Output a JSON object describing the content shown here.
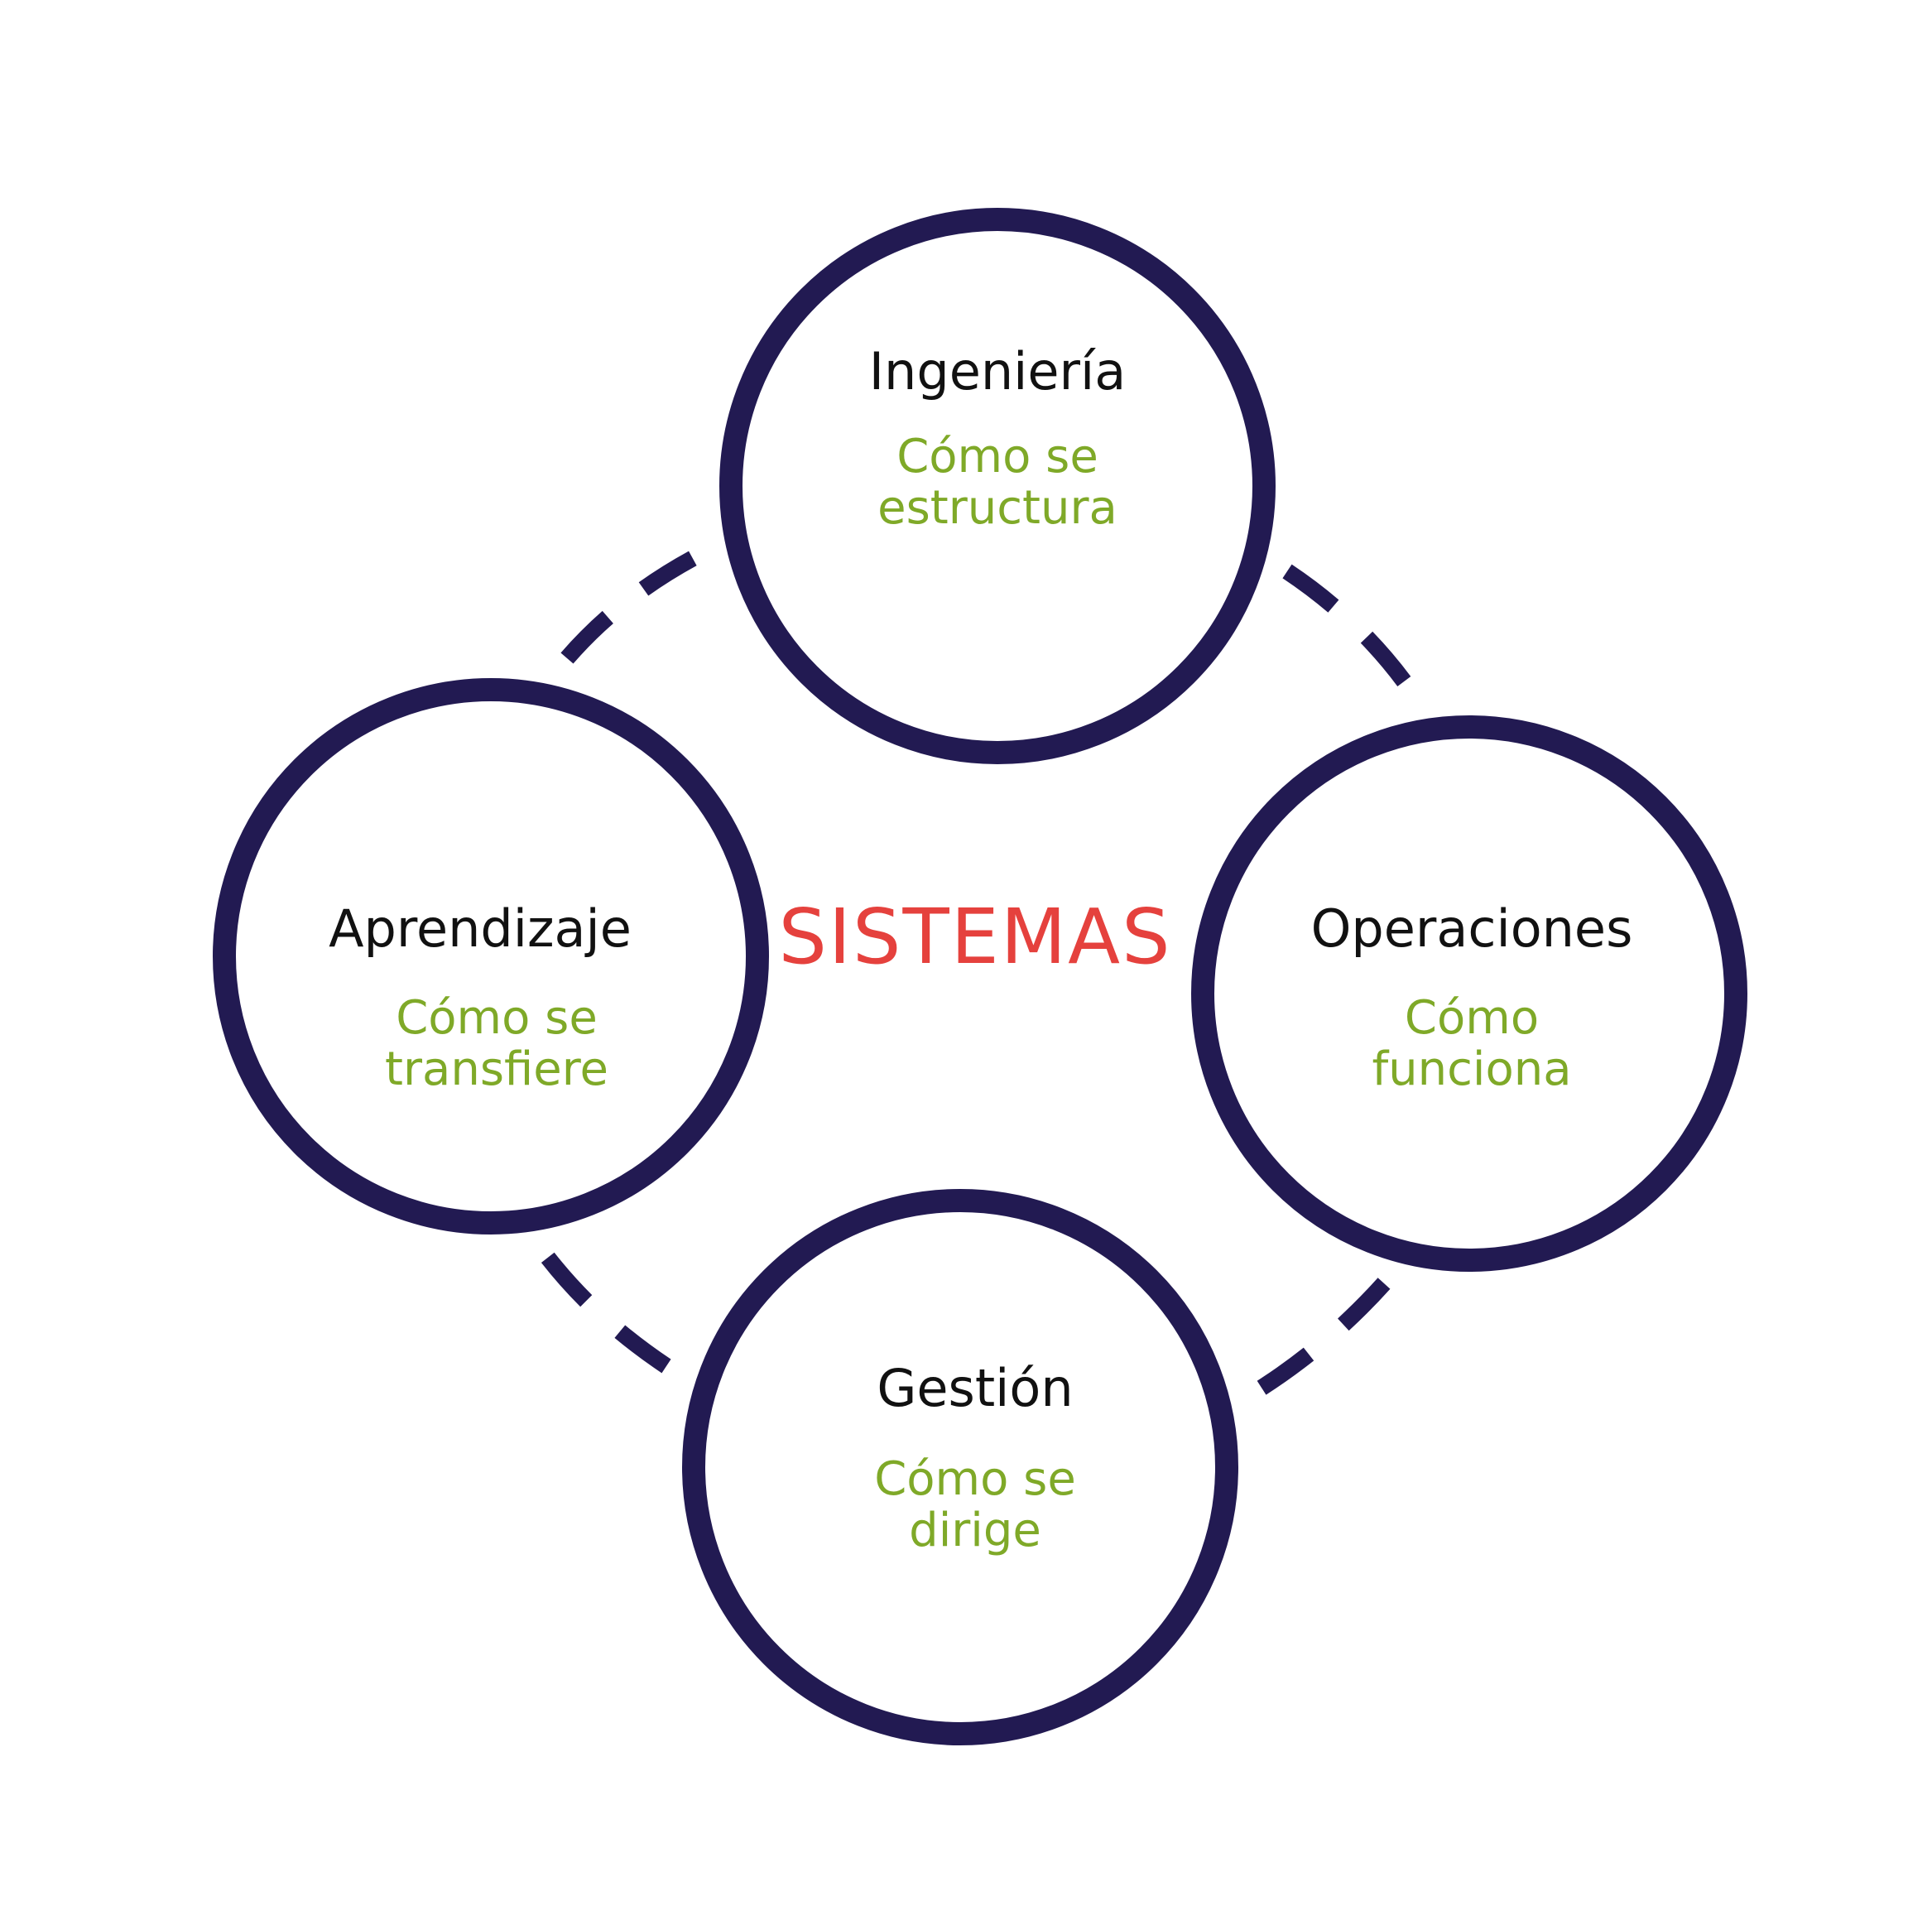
{
  "colors": {
    "ring": "#221a52",
    "title": "#111111",
    "subtitle": "#7fa928",
    "center": "#e5413d",
    "background": "#ffffff"
  },
  "center": {
    "label": "SISTEMAS"
  },
  "nodes": [
    {
      "id": "ingenieria",
      "title": "Ingeniería",
      "subtitle_line1": "Cómo se",
      "subtitle_line2": "estructura"
    },
    {
      "id": "operaciones",
      "title": "Operaciones",
      "subtitle_line1": "Cómo",
      "subtitle_line2": "funciona"
    },
    {
      "id": "gestion",
      "title": "Gestión",
      "subtitle_line1": "Cómo se",
      "subtitle_line2": "dirige"
    },
    {
      "id": "aprendizaje",
      "title": "Aprendizaje",
      "subtitle_line1": "Cómo se",
      "subtitle_line2": "transfiere"
    }
  ]
}
